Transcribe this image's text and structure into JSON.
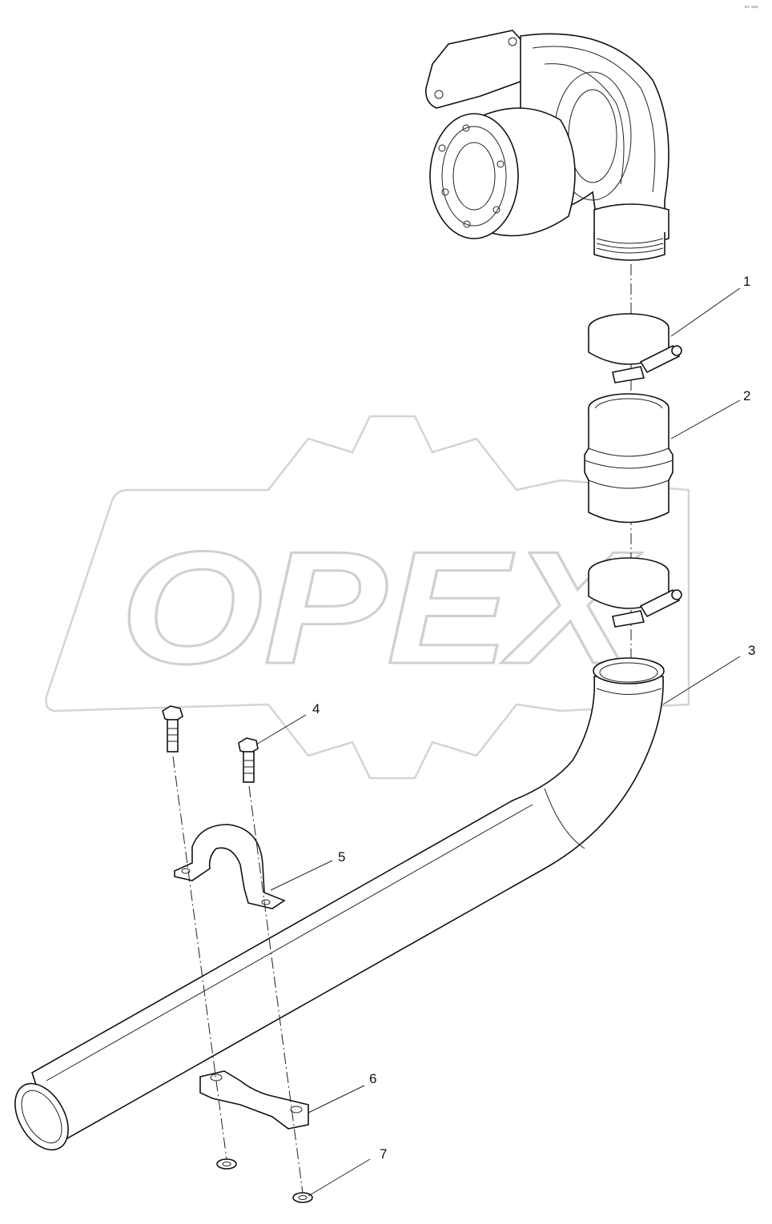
{
  "watermark": {
    "text": "OPEX"
  },
  "corner_mark": "ᵖᵒ ᵒᵖᵉ",
  "callouts": [
    {
      "number": "1",
      "part": "clamp-upper"
    },
    {
      "number": "2",
      "part": "hose-coupling"
    },
    {
      "number": "3",
      "part": "exhaust-pipe"
    },
    {
      "number": "4",
      "part": "bolt"
    },
    {
      "number": "5",
      "part": "bracket-upper"
    },
    {
      "number": "6",
      "part": "bracket-lower"
    },
    {
      "number": "7",
      "part": "washer"
    }
  ]
}
